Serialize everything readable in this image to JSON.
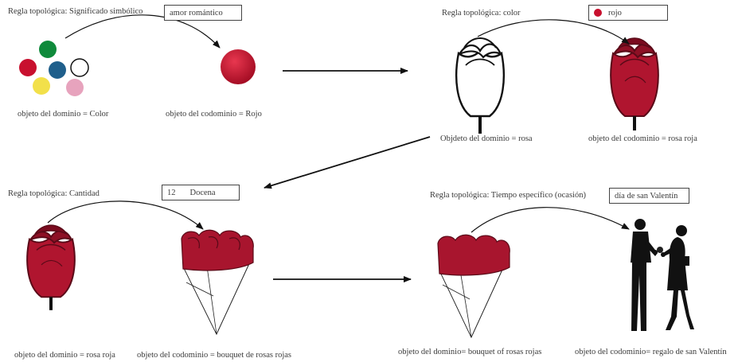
{
  "panel1": {
    "rule_label": "Regla topológica: Significado simbólico",
    "value_box": "amor romántico",
    "domain_caption": "objeto del dominio = Color",
    "codomain_caption": "objeto del codominio = Rojo",
    "palette_colors": [
      "#c8102e",
      "#0f8a3b",
      "#ffffff",
      "#f2e04a",
      "#1f5f8b",
      "#e7a3bd"
    ]
  },
  "panel2": {
    "rule_label": "Regla topológica: color",
    "value_box": "rojo",
    "value_color": "#c8102e",
    "domain_caption": "Objdeto del dominio = rosa",
    "codomain_caption": "objeto del codominio = rosa roja"
  },
  "panel3": {
    "rule_label": "Regla topológica: Cantidad",
    "value_number": "12",
    "value_unit": "Docena",
    "domain_caption": "objeto del dominio = rosa roja",
    "codomain_caption": "objeto del codominio = bouquet de rosas rojas"
  },
  "panel4": {
    "rule_label": "Regla topológica: Tiempo específico (ocasión)",
    "value_box": "día de san Valentín",
    "domain_caption": "objeto del dominio= bouquet of rosas rojas",
    "codomain_caption": "objeto del codominio= regalo de san Valentín"
  },
  "colors": {
    "rose_red": "#a8152e",
    "rose_dark": "#5a0a18",
    "stroke": "#222222"
  }
}
